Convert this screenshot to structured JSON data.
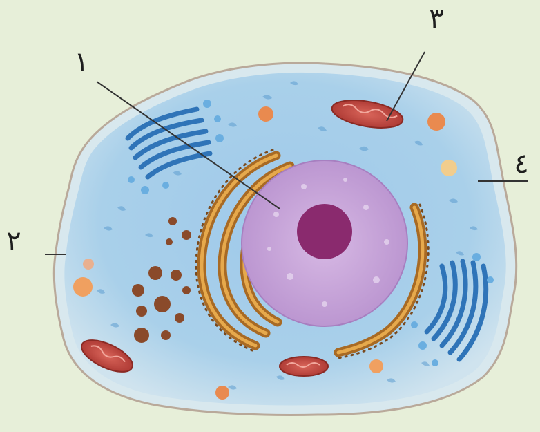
{
  "labels": {
    "label_1": "١",
    "label_2": "٢",
    "label_3": "٣",
    "label_4": "٤"
  },
  "colors": {
    "background": "#e7efd9",
    "cytoplasm": "#a9cfe8",
    "nucleus": "#c9a5d8",
    "nucleolus": "#8a2a6e",
    "rough_er": "#b5742a",
    "mitochondria": "#b8453d",
    "golgi": "#2f74b8",
    "lysosome": "#8a4a2a"
  },
  "icons": [
    "animal-cell-illustration"
  ]
}
